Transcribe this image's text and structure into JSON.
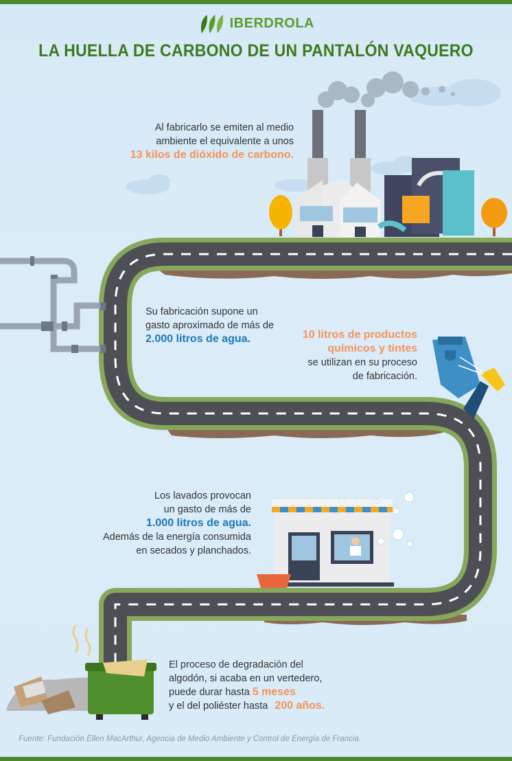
{
  "brand": {
    "name": "IBERDROLA",
    "color": "#5a9b2e"
  },
  "title": "LA HUELLA DE CARBONO DE UN PANTALÓN VAQUERO",
  "steps": [
    {
      "lines": [
        "Al fabricarlo se emiten al medio",
        "ambiente el equivalente a unos"
      ],
      "highlight": "13 kilos de dióxido de carbono."
    },
    {
      "lines": [
        "Su fabricación supone un",
        "gasto aproximado de más de"
      ],
      "highlight": "2.000 litros de agua."
    },
    {
      "highlight_lines": [
        "10 litros de productos",
        "químicos y tintes"
      ],
      "lines": [
        "se utilizan en su proceso",
        "de fabricación."
      ]
    },
    {
      "lines": [
        "Los lavados provocan",
        "un gasto de más de"
      ],
      "highlight": "1.000 litros de agua.",
      "lines_after": [
        "Además de la energía consumida",
        "en secados y planchados."
      ]
    },
    {
      "line1": "El proceso de degradación del",
      "line2": "algodón, si acaba en un vertedero,",
      "line3_prefix": "puede durar hasta",
      "line3_highlight": "5 meses",
      "line4_prefix": "y el del poliéster hasta",
      "line4_highlight": "200 años."
    }
  ],
  "source": "Fuente: Fundación Ellen MacArthur, Agencia de Medio Ambiente y Control de Energía de Francia.",
  "colors": {
    "accent_green": "#3c7a1e",
    "highlight_orange": "#f3925a",
    "highlight_blue": "#1d77b7",
    "road": "#4d4f54",
    "road_edge": "#87a85a"
  }
}
